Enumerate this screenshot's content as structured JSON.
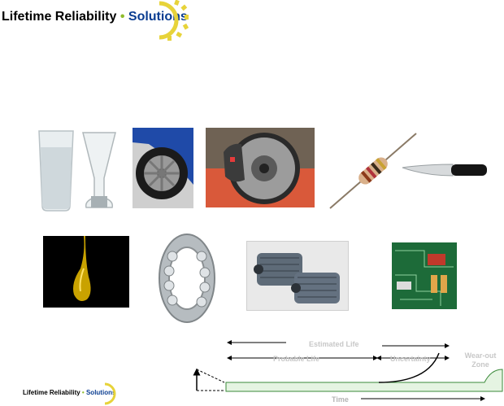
{
  "logo": {
    "main": "Lifetime Reliability",
    "dot": "•",
    "solutions": "Solutions"
  },
  "footer_logo": {
    "main": "Lifetime Reliability",
    "dot": "•",
    "solutions": "Solutions"
  },
  "timeline": {
    "estimated_life": "Estimated  Life",
    "probable_life": "Probable  Life",
    "uncertainty": "Uncertainty",
    "wear_out_zone": "Wear-out Zone",
    "time": "Time"
  },
  "colors": {
    "brand_blue": "#0a3d91",
    "brand_green": "#8fbc2b",
    "gear_yellow": "#e7d33a",
    "curve_fill": "#e5f4e2",
    "curve_stroke": "#3a8a3a",
    "label_gray": "#c8c8c8"
  },
  "images": [
    "water-glasses",
    "car-tyre",
    "disc-brake",
    "resistor",
    "kitchen-knife",
    "oil-drop",
    "ball-bearing",
    "electric-motors",
    "circuit-board"
  ]
}
